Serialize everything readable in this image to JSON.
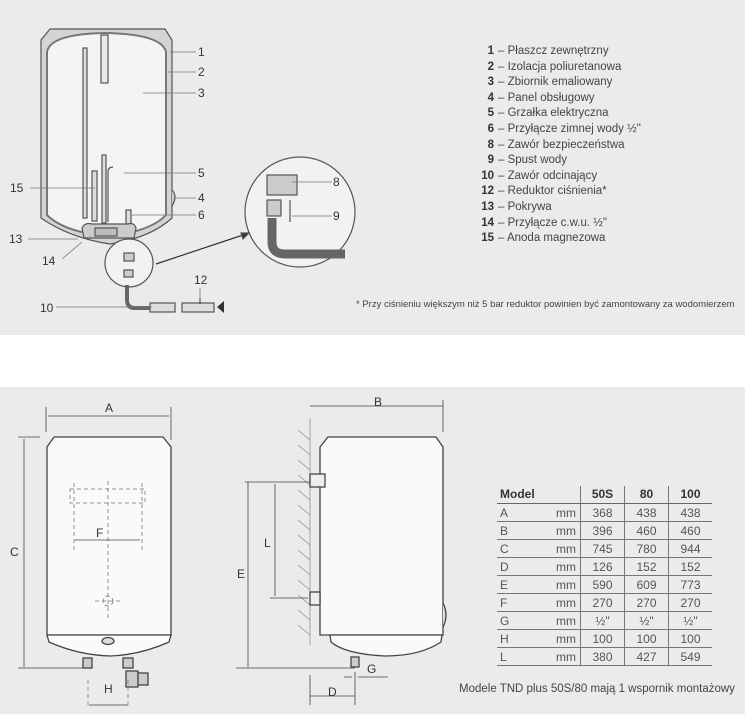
{
  "top_diagram": {
    "callouts": [
      "1",
      "2",
      "3",
      "5",
      "4",
      "6",
      "15",
      "13",
      "14",
      "10",
      "12",
      "8",
      "9"
    ]
  },
  "legend": [
    {
      "num": "1",
      "text": "– Płaszcz zewnętrzny"
    },
    {
      "num": "2",
      "text": "– Izolacja poliuretanowa"
    },
    {
      "num": "3",
      "text": "– Zbiornik emaliowany"
    },
    {
      "num": "4",
      "text": "– Panel obsługowy"
    },
    {
      "num": "5",
      "text": "– Grzałka elektryczna"
    },
    {
      "num": "6",
      "text": "– Przyłącze zimnej wody ½\""
    },
    {
      "num": "8",
      "text": "– Zawór bezpieczeństwa"
    },
    {
      "num": "9",
      "text": "– Spust wody"
    },
    {
      "num": "10",
      "text": "– Zawór odcinający"
    },
    {
      "num": "12",
      "text": "– Reduktor ciśnienia*"
    },
    {
      "num": "13",
      "text": "– Pokrywa"
    },
    {
      "num": "14",
      "text": "– Przyłącze c.w.u. ½\""
    },
    {
      "num": "15",
      "text": "– Anoda magnezowa"
    }
  ],
  "footnote": "* Przy ciśnieniu większym niż 5 bar reduktor powinien być zamontowany za wodomierzem",
  "dimension_labels": {
    "A": "A",
    "B": "B",
    "C": "C",
    "D": "D",
    "E": "E",
    "F": "F",
    "G": "G",
    "H": "H",
    "L": "L"
  },
  "table": {
    "headers": [
      "Model",
      "",
      "50S",
      "80",
      "100"
    ],
    "rows": [
      [
        "A",
        "mm",
        "368",
        "438",
        "438"
      ],
      [
        "B",
        "mm",
        "396",
        "460",
        "460"
      ],
      [
        "C",
        "mm",
        "745",
        "780",
        "944"
      ],
      [
        "D",
        "mm",
        "126",
        "152",
        "152"
      ],
      [
        "E",
        "mm",
        "590",
        "609",
        "773"
      ],
      [
        "F",
        "mm",
        "270",
        "270",
        "270"
      ],
      [
        "G",
        "mm",
        "½\"",
        "½\"",
        "½\""
      ],
      [
        "H",
        "mm",
        "100",
        "100",
        "100"
      ],
      [
        "L",
        "mm",
        "380",
        "427",
        "549"
      ]
    ]
  },
  "caption": "Modele TND plus 50S/80 mają 1 wspornik montażowy"
}
